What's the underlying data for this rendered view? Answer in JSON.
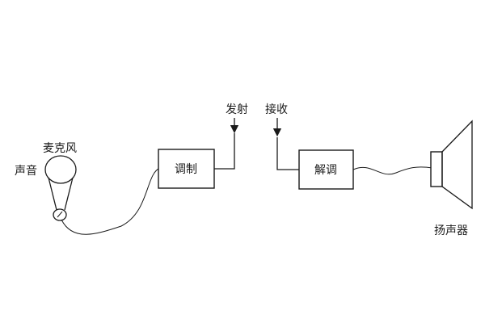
{
  "labels": {
    "sound": "声音",
    "microphone": "麦克风",
    "modulation": "调制",
    "transmit": "发射",
    "receive": "接收",
    "demodulation": "解调",
    "speaker": "扬声器"
  },
  "colors": {
    "line": "#1a1a1a",
    "background": "#ffffff"
  }
}
